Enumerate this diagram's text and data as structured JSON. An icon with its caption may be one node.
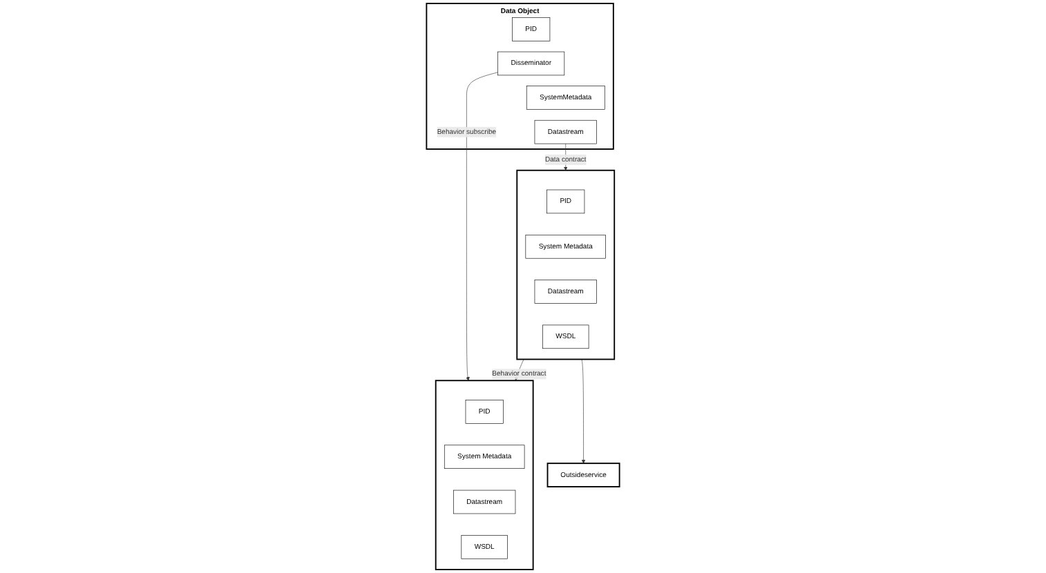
{
  "diagram": {
    "nodes": [
      {
        "text": [
          "Data Object"
        ]
      },
      {
        "text": [
          "PID"
        ],
        "in": 0
      },
      {
        "text": [
          "Disseminator"
        ],
        "in": 0
      },
      {
        "text": [
          "SystemMetadata"
        ],
        "in": 0
      },
      {
        "text": [
          "Datastream"
        ],
        "in": 0
      },
      {
        "text": [],
        "shape": "box"
      },
      {
        "text": [
          "PID"
        ],
        "in": 5
      },
      {
        "text": [
          "System Metadata"
        ],
        "in": 5
      },
      {
        "text": [
          "Datastream"
        ],
        "in": 5
      },
      {
        "text": [
          "WSDL"
        ],
        "in": 5
      },
      {
        "text": [],
        "shape": "box"
      },
      {
        "text": [
          "PID"
        ],
        "in": 10
      },
      {
        "text": [
          "System Metadata"
        ],
        "in": 10
      },
      {
        "text": [
          "Datastream"
        ],
        "in": 10
      },
      {
        "text": [
          "WSDL"
        ],
        "in": 10
      },
      {
        "text": [
          "Outsideservice"
        ]
      }
    ],
    "edges": [
      {
        "from": 2,
        "to": 5,
        "arrow": "to",
        "label": "Behavior subscribe"
      },
      {
        "from": 4,
        "to": 10,
        "arrow": "to",
        "label": "Data contract"
      },
      {
        "from": 10,
        "to": 5,
        "arrow": "to",
        "label": "Behavior contract"
      },
      {
        "from": 10,
        "to": 15,
        "arrow": "to"
      }
    ]
  }
}
